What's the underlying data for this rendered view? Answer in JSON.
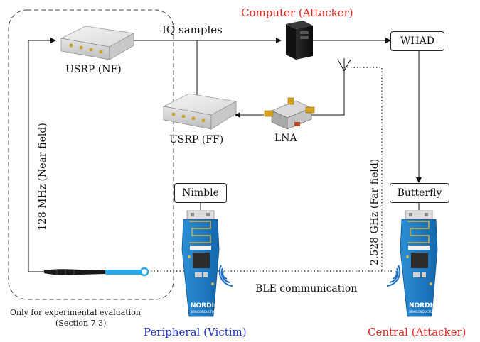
{
  "labels": {
    "computer": "Computer (Attacker)",
    "iq_samples": "IQ samples",
    "whad": "WHAD",
    "usrp_nf": "USRP (NF)",
    "usrp_ff": "USRP (FF)",
    "lna": "LNA",
    "nimble": "Nimble",
    "butterfly": "Butterfly",
    "near_field": "128 MHz (Near-field)",
    "far_field": "2.528 GHz (Far-field)",
    "ble": "BLE communication",
    "peripheral": "Peripheral (Victim)",
    "central": "Central (Attacker)",
    "experimental_line1": "Only for experimental evaluation",
    "experimental_line2": "(Section 7.3)",
    "nordic_brand": "NORDIC",
    "nordic_sub": "SEMICONDUCTOR"
  },
  "colors": {
    "computer_label": "#e8261e",
    "peripheral_label": "#2035c8",
    "central_label": "#e8261e",
    "wifi_waves": "#1e6fc4",
    "probe_tip": "#2aa7e8",
    "board": "#1d7fc6"
  }
}
